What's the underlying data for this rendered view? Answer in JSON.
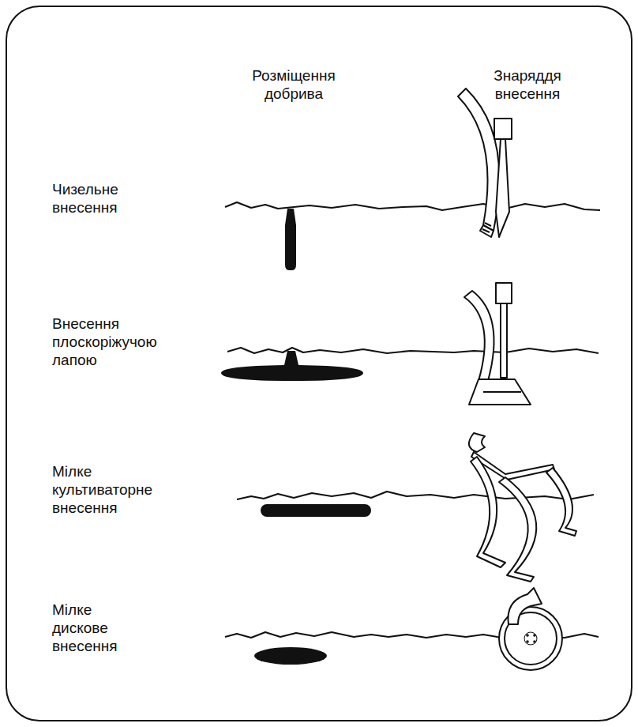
{
  "diagram": {
    "labels": [
      "Розміщення добрива",
      "Знаряддя внесення",
      "Чизельне внесення",
      "Внесення плоскоріжучою лапою",
      "Мілке культиваторне внесення",
      "Мілке дискове внесення"
    ]
  }
}
